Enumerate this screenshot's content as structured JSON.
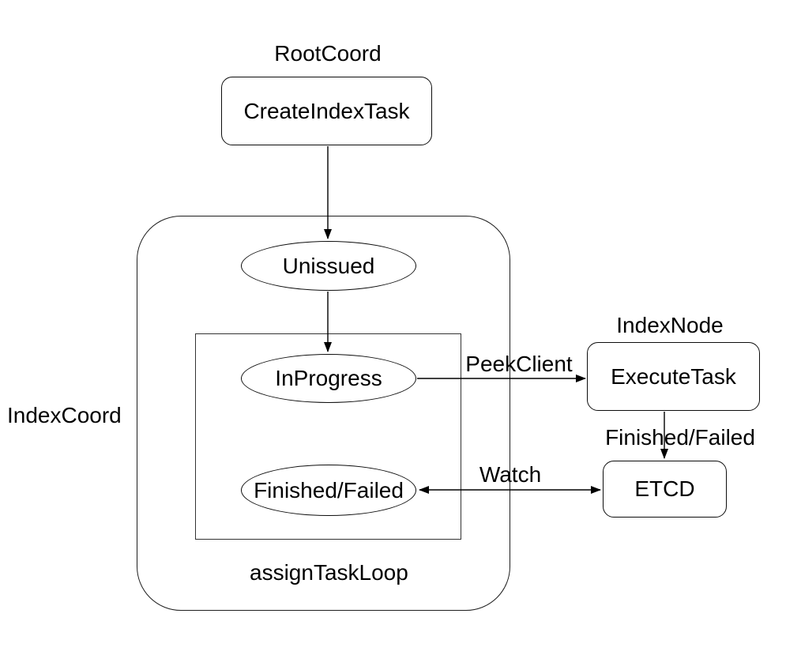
{
  "canvas": {
    "background": "#ffffff",
    "stroke_color": "#000000",
    "text_color": "#000000"
  },
  "labels": {
    "root_coord": "RootCoord",
    "index_coord": "IndexCoord",
    "index_node": "IndexNode",
    "assign_task_loop": "assignTaskLoop"
  },
  "nodes": {
    "create_index_task": {
      "label": "CreateIndexTask",
      "shape": "rounded-rect"
    },
    "unissued": {
      "label": "Unissued",
      "shape": "ellipse"
    },
    "in_progress": {
      "label": "InProgress",
      "shape": "ellipse"
    },
    "finished_failed": {
      "label": "Finished/Failed",
      "shape": "ellipse"
    },
    "execute_task": {
      "label": "ExecuteTask",
      "shape": "rounded-rect"
    },
    "etcd": {
      "label": "ETCD",
      "shape": "rounded-rect"
    }
  },
  "edges": [
    {
      "name": "create-index-task-to-unissued",
      "label": "",
      "bidirectional": false
    },
    {
      "name": "unissued-to-in-progress",
      "label": "",
      "bidirectional": false
    },
    {
      "name": "in-progress-to-execute-task",
      "label": "PeekClient",
      "bidirectional": false
    },
    {
      "name": "execute-task-to-etcd",
      "label": "Finished/Failed",
      "bidirectional": false
    },
    {
      "name": "etcd-watch-finished-failed",
      "label": "Watch",
      "bidirectional": true
    }
  ]
}
